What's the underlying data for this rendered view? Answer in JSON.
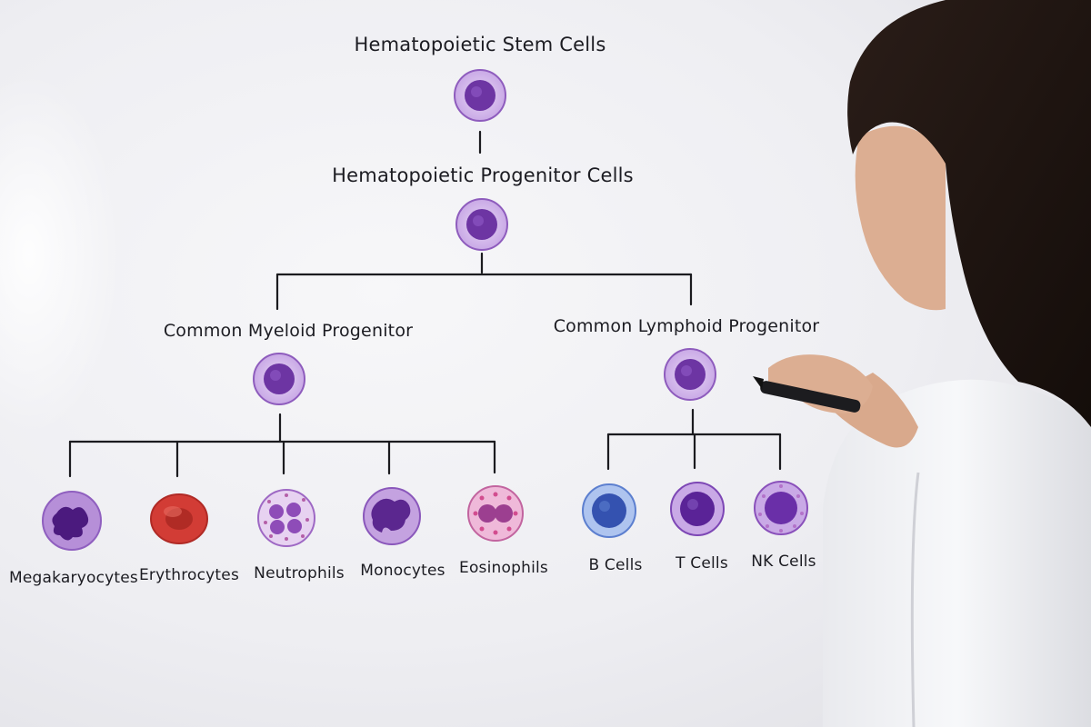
{
  "diagram": {
    "root": {
      "label": "Hematopoietic Stem Cells",
      "cell_color": "#7a3fae",
      "child": {
        "label": "Hematopoietic Progenitor Cells",
        "cell_color": "#7a3fae"
      }
    },
    "branches": {
      "myeloid": {
        "label": "Common Myeloid Progenitor",
        "cell_color": "#7a3fae",
        "leaves": [
          {
            "label": "Megakaryocytes",
            "color": "#7a3fae"
          },
          {
            "label": "Erythrocytes",
            "color": "#d9473f"
          },
          {
            "label": "Neutrophils",
            "color": "#b07cc9"
          },
          {
            "label": "Monocytes",
            "color": "#7f4fb8"
          },
          {
            "label": "Eosinophils",
            "color": "#d9679f"
          }
        ]
      },
      "lymphoid": {
        "label": "Common Lymphoid Progenitor",
        "cell_color": "#7a3fae",
        "leaves": [
          {
            "label": "B Cells",
            "color": "#3a5cc4"
          },
          {
            "label": "T Cells",
            "color": "#6a2fa8"
          },
          {
            "label": "NK Cells",
            "color": "#8a45b8"
          }
        ]
      }
    }
  }
}
